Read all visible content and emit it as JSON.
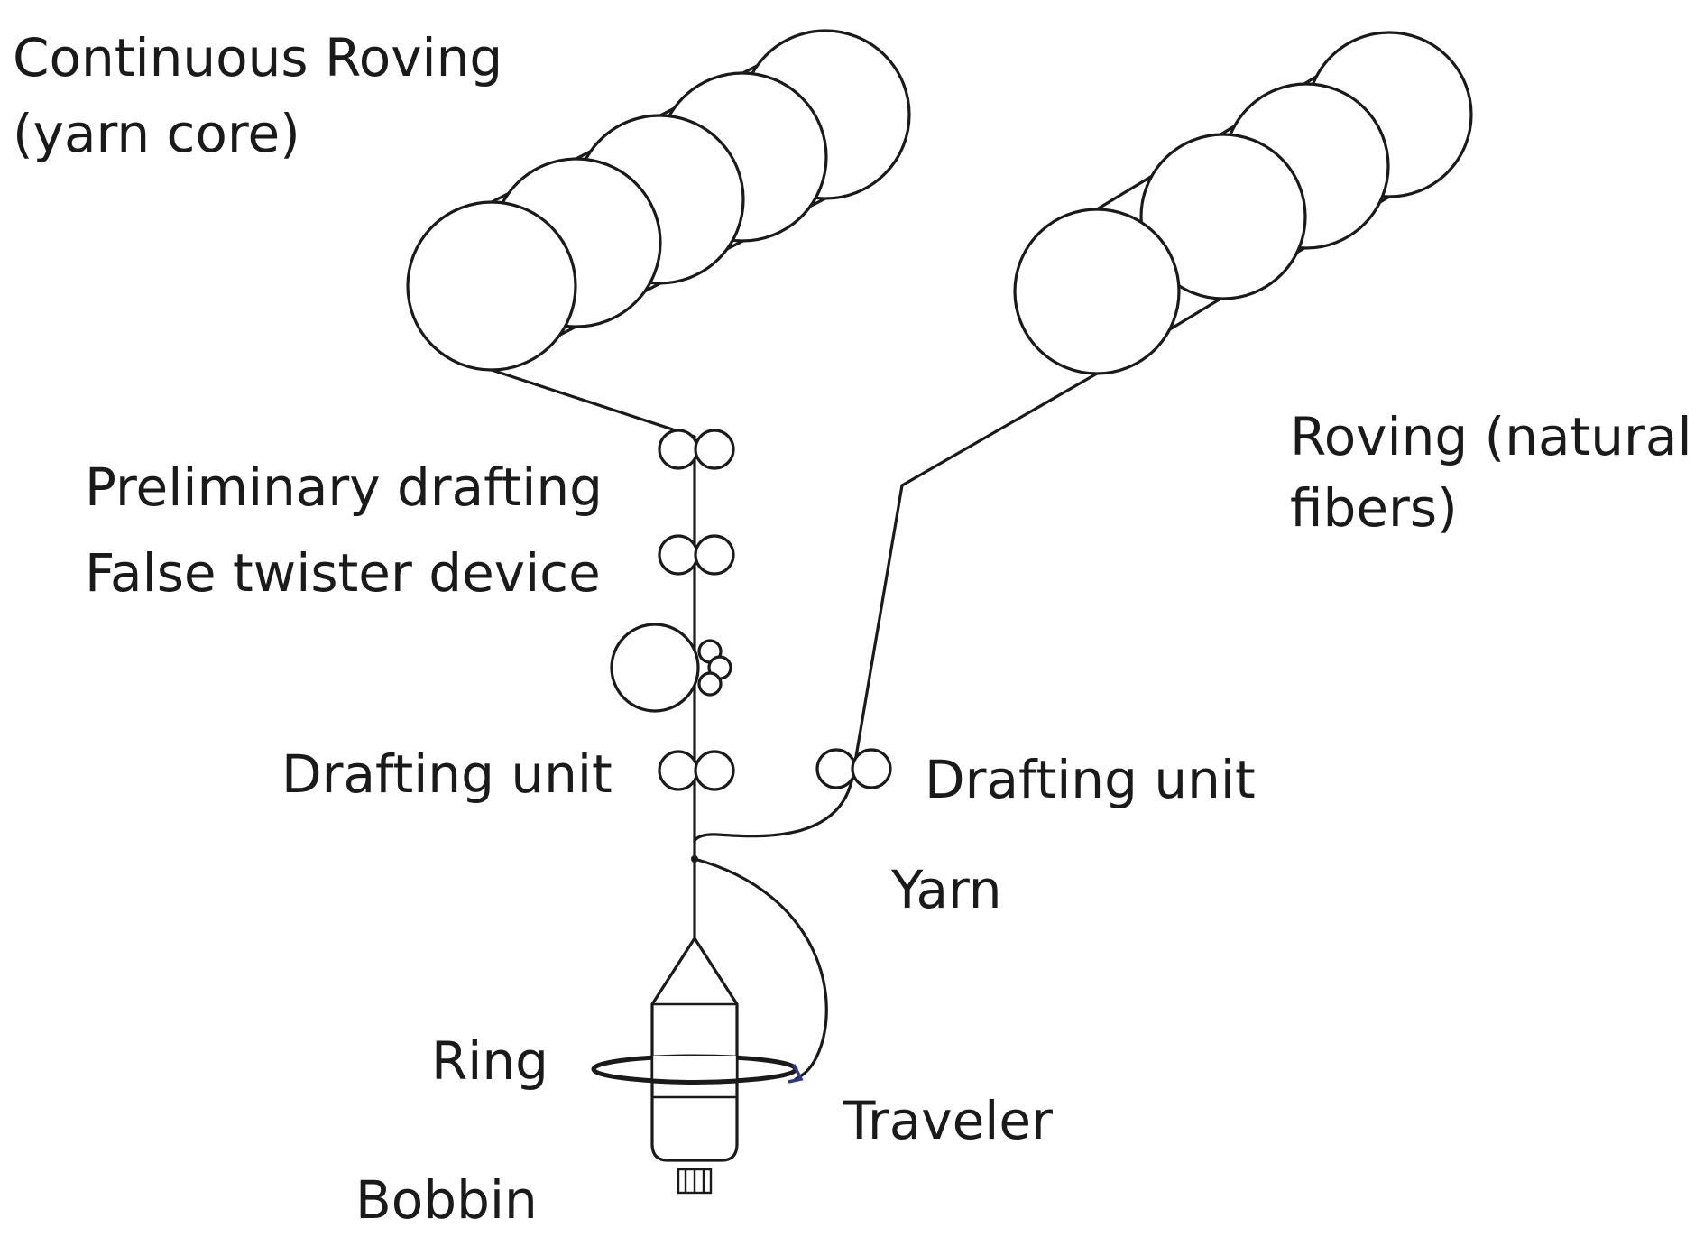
{
  "labels": {
    "core_roving_line1": "Continuous Roving",
    "core_roving_line2": "(yarn core)",
    "natural_roving_line1": "Roving (natural",
    "natural_roving_line2": "fibers)",
    "preliminary_drafting": "Preliminary drafting",
    "false_twister": "False twister device",
    "drafting_unit_left": "Drafting unit",
    "drafting_unit_right": "Drafting unit",
    "yarn": "Yarn",
    "ring": "Ring",
    "traveler": "Traveler",
    "bobbin": "Bobbin"
  }
}
